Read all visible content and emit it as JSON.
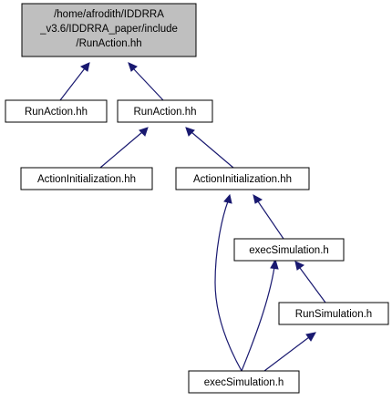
{
  "diagram": {
    "colors": {
      "edge": "#191970",
      "root_fill": "#bfbfbf",
      "node_fill": "#ffffff",
      "border": "#000000"
    },
    "nodes": {
      "root": {
        "lines": [
          "/home/afrodith/IDDRRA",
          "_v3.6/IDDRRA_paper/include",
          "/RunAction.hh"
        ]
      },
      "runaction_left": {
        "label": "RunAction.hh"
      },
      "runaction_right": {
        "label": "RunAction.hh"
      },
      "actioninit_left": {
        "label": "ActionInitialization.hh"
      },
      "actioninit_right": {
        "label": "ActionInitialization.hh"
      },
      "execsim_mid": {
        "label": "execSimulation.h"
      },
      "runsim": {
        "label": "RunSimulation.h"
      },
      "execsim_bottom": {
        "label": "execSimulation.h"
      }
    },
    "edges": [
      {
        "from": "runaction_left",
        "to": "root"
      },
      {
        "from": "runaction_right",
        "to": "root"
      },
      {
        "from": "actioninit_left",
        "to": "runaction_right"
      },
      {
        "from": "actioninit_right",
        "to": "runaction_right"
      },
      {
        "from": "execsim_mid",
        "to": "actioninit_right"
      },
      {
        "from": "execsim_bottom",
        "to": "actioninit_right"
      },
      {
        "from": "execsim_bottom",
        "to": "execsim_mid"
      },
      {
        "from": "runsim",
        "to": "execsim_mid"
      },
      {
        "from": "execsim_bottom",
        "to": "runsim"
      }
    ]
  }
}
